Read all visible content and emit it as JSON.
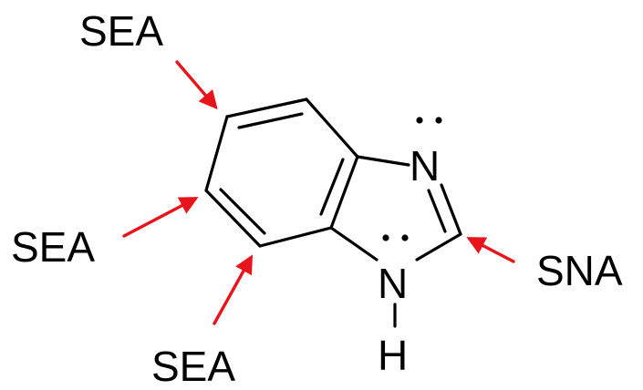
{
  "labels": {
    "sea_top": "SEA",
    "sea_mid": "SEA",
    "sea_bottom": "SEA",
    "sna": "SNA"
  },
  "atoms": {
    "n_imine": "N",
    "n_amine": "N",
    "h": "H"
  },
  "colors": {
    "bond": "#000000",
    "arrow": "#e8141b",
    "text": "#000000"
  }
}
